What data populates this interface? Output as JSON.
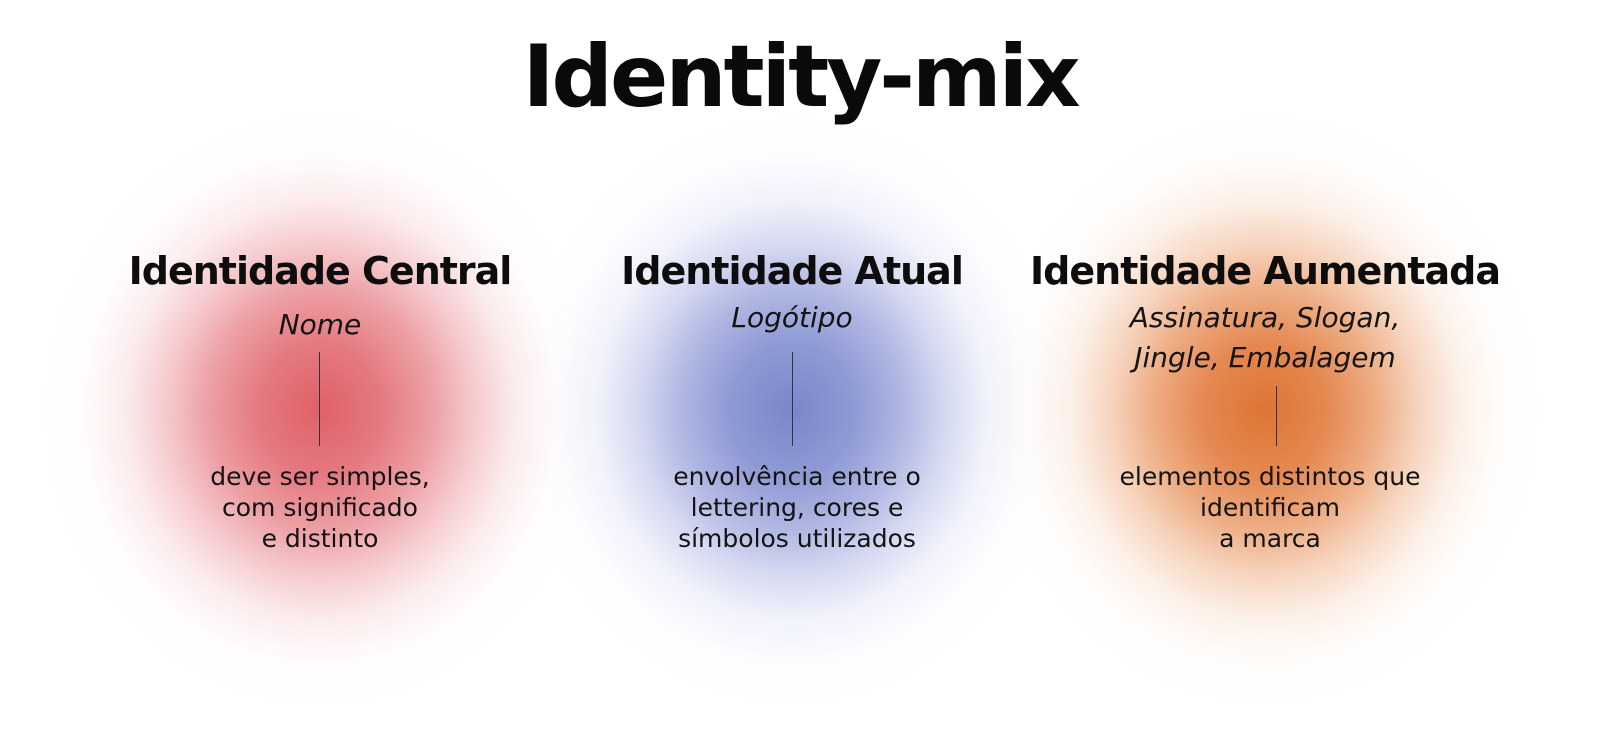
{
  "title": "Identity-mix",
  "colors": {
    "red": "#e06068",
    "blue": "#7a86ca",
    "orange": "#de7434"
  },
  "identities": [
    {
      "heading": "Identidade Central",
      "subtitle": "Nome",
      "description": "deve ser simples,\ncom significado\ne distinto"
    },
    {
      "heading": "Identidade Atual",
      "subtitle": "Logótipo",
      "description": "envolvência entre o\nlettering, cores e\nsímbolos utilizados"
    },
    {
      "heading": "Identidade Aumentada",
      "subtitle": "Assinatura, Slogan,\nJingle, Embalagem",
      "description": "elementos distintos que\nidentificam\na marca"
    }
  ]
}
